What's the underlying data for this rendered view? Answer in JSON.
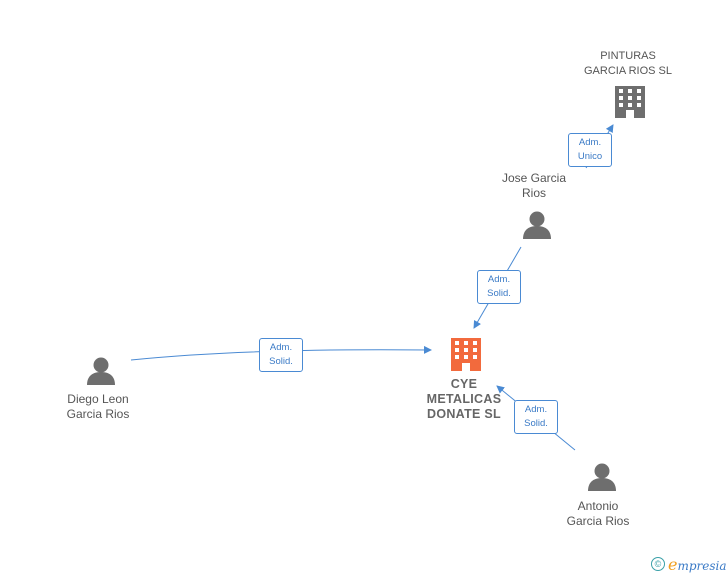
{
  "nodes": {
    "pinturas": {
      "label": "PINTURAS\nGARCIA RIOS SL",
      "kind": "company",
      "color": "#6e6e6e"
    },
    "jose": {
      "label": "Jose Garcia\nRios",
      "kind": "person",
      "color": "#6e6e6e"
    },
    "cye": {
      "label": "CYE\nMETALICAS\nDONATE SL",
      "kind": "company",
      "color": "#f26a3d"
    },
    "diego": {
      "label": "Diego Leon\nGarcia Rios",
      "kind": "person",
      "color": "#6e6e6e"
    },
    "antonio": {
      "label": "Antonio\nGarcia Rios",
      "kind": "person",
      "color": "#6e6e6e"
    }
  },
  "edges": {
    "jose_pinturas": "Adm.\nUnico",
    "jose_cye": "Adm.\nSolid.",
    "diego_cye": "Adm.\nSolid.",
    "antonio_cye": "Adm.\nSolid."
  },
  "brand": {
    "symbol": "©",
    "initial": "e",
    "name": "mpresia"
  },
  "colors": {
    "edge": "#4a8ad3",
    "badge_text": "#3a7ac6"
  }
}
